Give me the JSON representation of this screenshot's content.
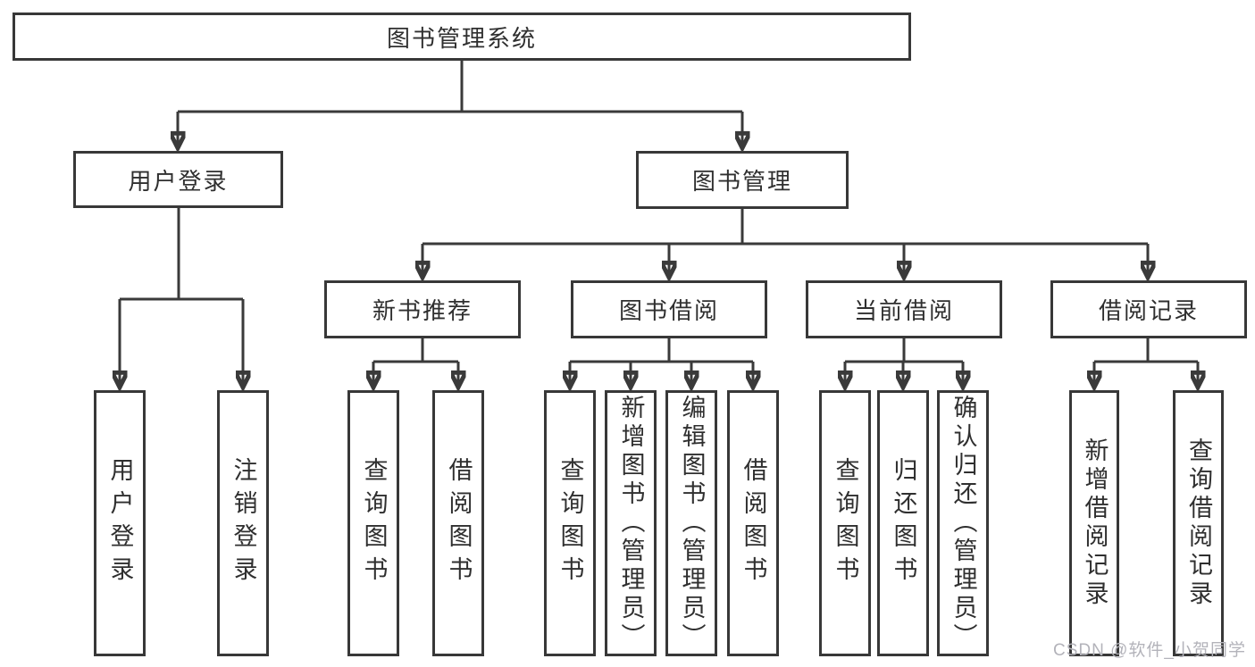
{
  "diagram": {
    "root": "图书管理系统",
    "branches": {
      "user_login": "用户登录",
      "book_management": "图书管理"
    },
    "modules": {
      "new_book_recommend": "新书推荐",
      "book_borrowing": "图书借阅",
      "current_borrowing": "当前借阅",
      "borrowing_records": "借阅记录"
    },
    "leaves": {
      "user_login": "用户登录",
      "logout": "注销登录",
      "nbr_query_books": "查询图书",
      "nbr_borrow_books": "借阅图书",
      "bb_query_books": "查询图书",
      "bb_add_books_admin": "新增图书（管理员）",
      "bb_edit_books_admin": "编辑图书（管理员）",
      "bb_borrow_books": "借阅图书",
      "cb_query_books": "查询图书",
      "cb_return_books": "归还图书",
      "cb_confirm_return_admin": "确认归还（管理员）",
      "br_add_record": "新增借阅记录",
      "br_query_record": "查询借阅记录"
    }
  },
  "watermark": "CSDN @软件_小贺同学",
  "colors": {
    "line": "#3a3a3a",
    "box_border": "#383838",
    "text": "#2f2f2f",
    "box_background": "#ffffff",
    "page_background": "#ffffff",
    "watermark": "#b3b3ba"
  }
}
